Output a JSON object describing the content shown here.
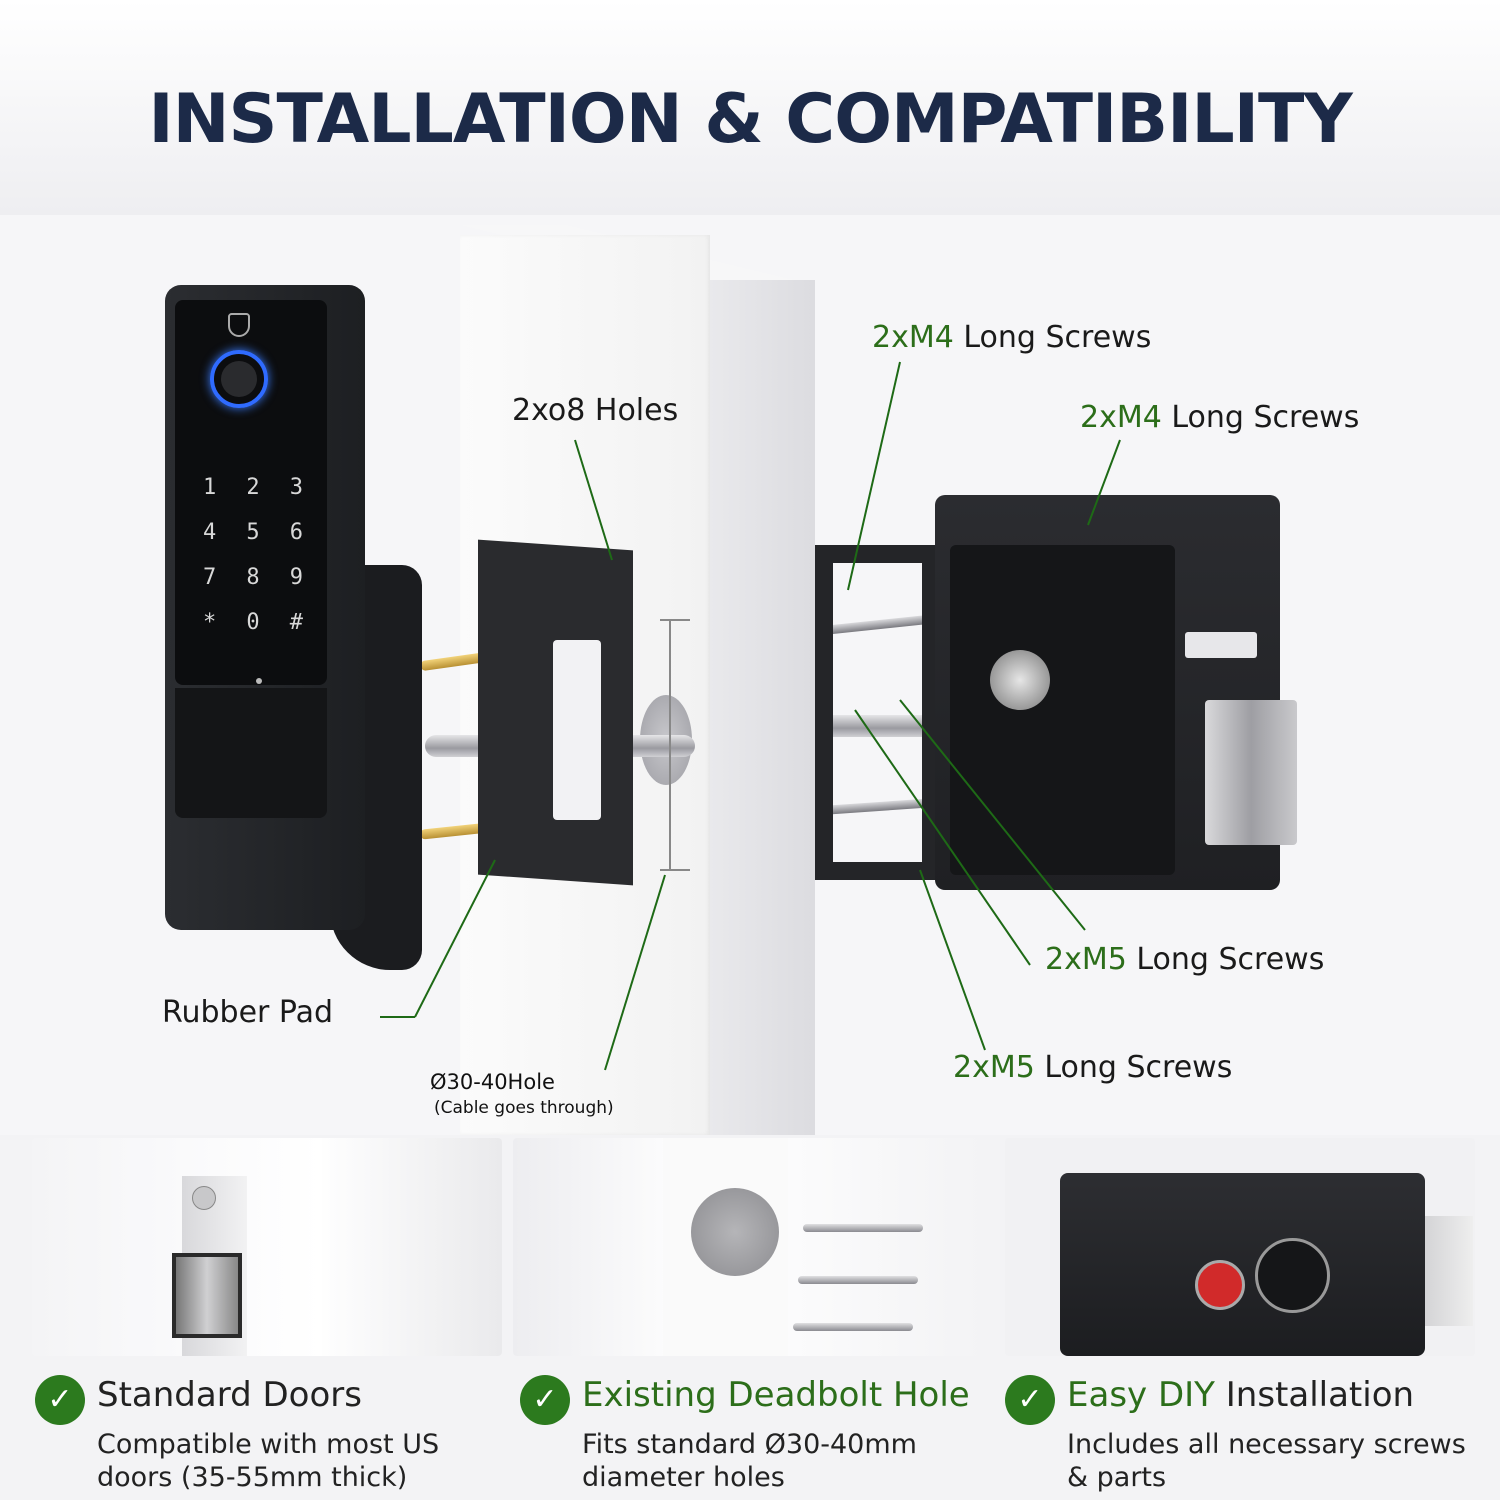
{
  "header": {
    "title": "INSTALLATION & COMPATIBILITY"
  },
  "keypad": {
    "keys": [
      "1",
      "2",
      "3",
      "4",
      "5",
      "6",
      "7",
      "8",
      "9",
      "*",
      "0",
      "#"
    ]
  },
  "callouts": {
    "m4_upper": {
      "size": "2xM4",
      "text": " Long Screws"
    },
    "m4_lower": {
      "size": "2xM4",
      "text": " Long Screws"
    },
    "holes": {
      "text": "2xo8 Holes"
    },
    "m5_upper": {
      "size": "2xM5",
      "text": " Long Screws"
    },
    "m5_lower": {
      "size": "2xM5",
      "text": " Long Screws"
    },
    "rubber_pad": {
      "text": "Rubber Pad"
    },
    "hole": {
      "title": "Ø30-40Hole",
      "subtitle": "(Cable goes through)"
    }
  },
  "features": [
    {
      "title_dark": "Standard Doors",
      "title_green": "",
      "title_rest": "",
      "desc": "Compatible with most US doors (35-55mm thick)"
    },
    {
      "title_dark": "",
      "title_green": "Existing Deadbolt Hole",
      "title_rest": "",
      "desc": "Fits standard Ø30-40mm diameter holes"
    },
    {
      "title_dark": "",
      "title_green": "Easy DIY",
      "title_rest": " Installation",
      "desc": "Includes all necessary screws & parts"
    }
  ],
  "colors": {
    "title": "#1c2a48",
    "accent_green": "#2c6e1a",
    "check_green": "#2c7a1e",
    "fingerprint_blue": "#2f6bff"
  },
  "icons": {
    "check": "check-icon",
    "fingerprint": "fingerprint-icon",
    "brand": "brand-logo-icon"
  }
}
